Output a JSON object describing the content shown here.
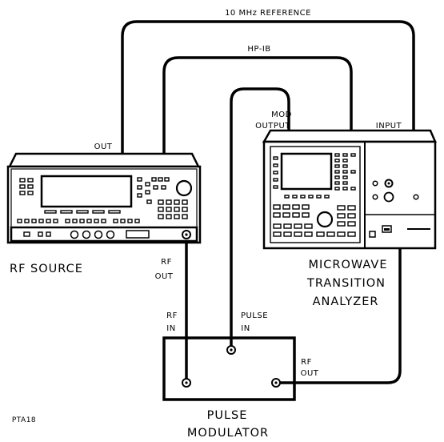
{
  "labels": {
    "ref_10mhz": "10 MHz REFERENCE",
    "hpib": "HP-IB",
    "mod": "MOD",
    "output": "OUTPUT",
    "input": "INPUT",
    "out_ref": "OUT",
    "rf_source": "RF SOURCE",
    "rf_out_src_1": "RF",
    "rf_out_src_2": "OUT",
    "mta_1": "MICROWAVE",
    "mta_2": "TRANSITION",
    "mta_3": "ANALYZER",
    "rf_in_1": "RF",
    "rf_in_2": "IN",
    "pulse_in_1": "PULSE",
    "pulse_in_2": "IN",
    "rf_out_mod_1": "RF",
    "rf_out_mod_2": "OUT",
    "pulse_mod_1": "PULSE",
    "pulse_mod_2": "MODULATOR",
    "figure_id": "PTA18"
  }
}
